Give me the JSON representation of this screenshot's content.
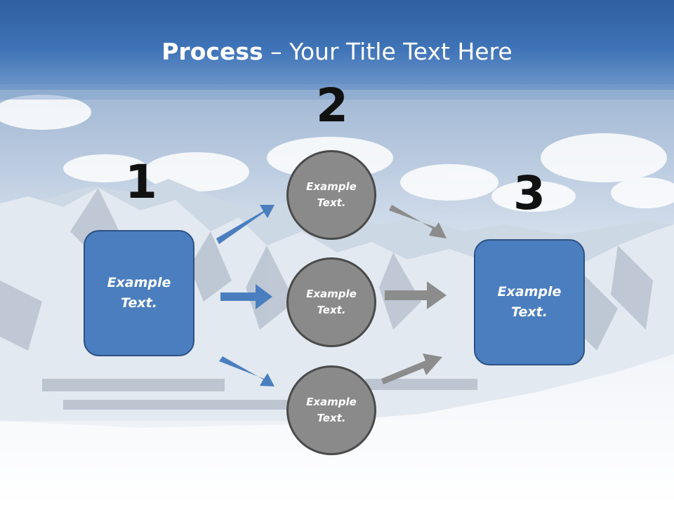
{
  "slide": {
    "title_bold": "Process",
    "title_rest": " – Your Title Text Here"
  },
  "steps": {
    "one": "1",
    "two": "2",
    "three": "3"
  },
  "input_box": {
    "text": "Example Text."
  },
  "process_circles": [
    {
      "text": "Example Text."
    },
    {
      "text": "Example Text."
    },
    {
      "text": "Example Text."
    }
  ],
  "output_box": {
    "text": "Example Text."
  },
  "colors": {
    "header_blue": "#3f74b8",
    "box_fill": "#4a7ebf",
    "box_border": "#2c5184",
    "circle_fill": "#8a8a8a",
    "circle_border": "#4a4a4a",
    "arrow_blue": "#4a7ebf",
    "arrow_gray": "#8c8c8c"
  }
}
